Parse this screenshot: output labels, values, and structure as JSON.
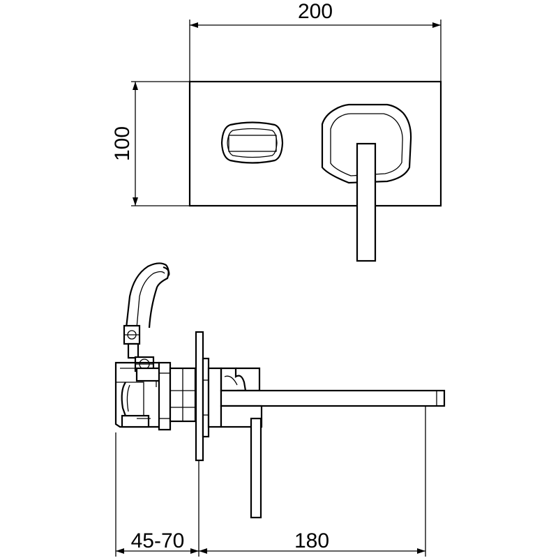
{
  "dimensions": {
    "plate_width": "200",
    "plate_height": "100",
    "wall_depth": "45-70",
    "spout_projection": "180"
  }
}
